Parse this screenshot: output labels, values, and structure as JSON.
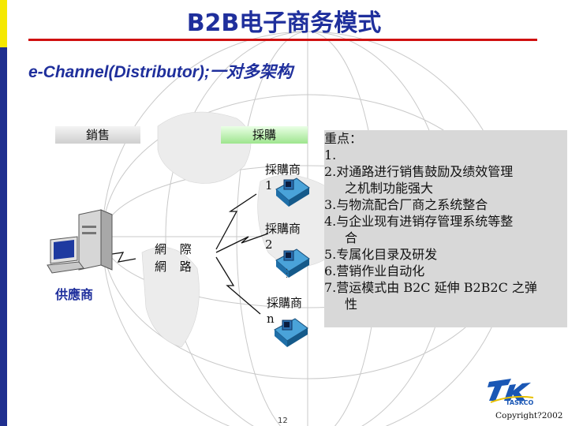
{
  "slide": {
    "title": "B2B电子商务模式",
    "subtitle": "e-Channel(Distributor);一对多架构",
    "page_number": "12",
    "copyright": "Copyright?2002",
    "logo_text": "TASKCO"
  },
  "diagram": {
    "sales_label": "銷售",
    "purchase_label": "採購",
    "network_label": "網 際 網 路",
    "supplier_label": "供應商",
    "buyers": [
      {
        "line1": "採購商",
        "line2": "1"
      },
      {
        "line1": "採購商",
        "line2": "2"
      },
      {
        "line1": "採購商",
        "line2": "n"
      }
    ]
  },
  "notes": {
    "lines": [
      "重点：",
      "1.",
      "2.对通路进行销售鼓励及绩效管理",
      "之机制功能强大",
      "3.与物流配合厂商之系统整合",
      "4.与企业现有进销存管理系统等整",
      "合",
      "5.专属化目录及研发",
      "6.营销作业自动化",
      "7.营运模式由 B2C 延伸 B2B2C 之弹",
      "性"
    ]
  },
  "colors": {
    "title": "#1f2f9c",
    "rule": "#d01010",
    "left_bar": "#1f2f8f",
    "accent_yellow": "#f5e800"
  }
}
